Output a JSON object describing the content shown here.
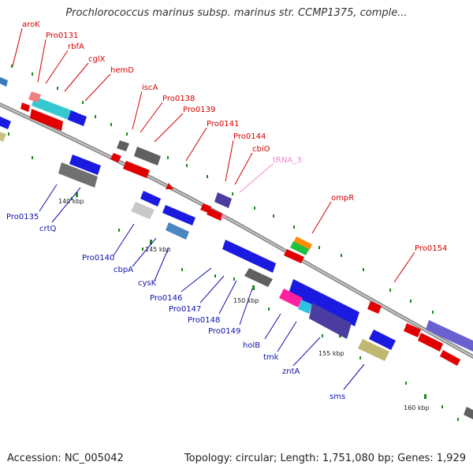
{
  "title": "Prochlorococcus marinus subsp. marinus str. CCMP1375, comple...",
  "footer": {
    "accession": "Accession: NC_005042",
    "summary": "Topology: circular; Length: 1,751,080 bp; Genes: 1,929"
  },
  "scale_labels": [
    "140 kbp",
    "145 kbp",
    "150 kbp",
    "155 kbp",
    "160 kbp"
  ],
  "forward_genes": [
    "aroK",
    "Pro0131",
    "rbfA",
    "cglX",
    "hemD",
    "iscA",
    "Pro0138",
    "Pro0139",
    "Pro0141",
    "Pro0144",
    "cbiO",
    "tRNA_3",
    "ompR",
    "Pro0154"
  ],
  "reverse_genes": [
    "Pro0135",
    "crtQ",
    "Pro0140",
    "cbpA",
    "cysK",
    "Pro0146",
    "Pro0147",
    "Pro0148",
    "Pro0149",
    "holB",
    "tmk",
    "zntA",
    "sms"
  ],
  "colors": {
    "forward_label": "#d40000",
    "reverse_label": "#1010b0",
    "trna_label": "#f08ac8",
    "backbone": "#8a8a8a",
    "tick": "#1a8a1a"
  }
}
